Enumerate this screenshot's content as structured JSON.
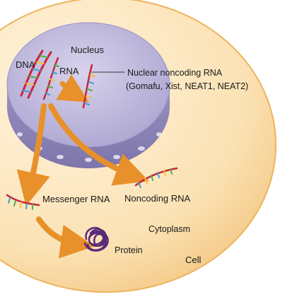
{
  "labels": {
    "dna": "DNA",
    "nucleus": "Nucleus",
    "rna": "RNA",
    "nuclear_ncrna": "Nuclear noncoding RNA",
    "nuclear_ncrna_examples": "(Gomafu, Xist, NEAT1, NEAT2)",
    "messenger_rna": "Messenger RNA",
    "noncoding_rna": "Noncoding RNA",
    "cytoplasm": "Cytoplasm",
    "protein": "Protein",
    "cell": "Cell"
  },
  "colors": {
    "cell_fill": "#fbe4b8",
    "cell_edge": "#eeb35c",
    "nucleus_fill": "#bcb6d8",
    "nucleus_side": "#948bbd",
    "arrow": "#e8902a",
    "strand_red": "#c8263a",
    "protein": "#5a2a78"
  }
}
